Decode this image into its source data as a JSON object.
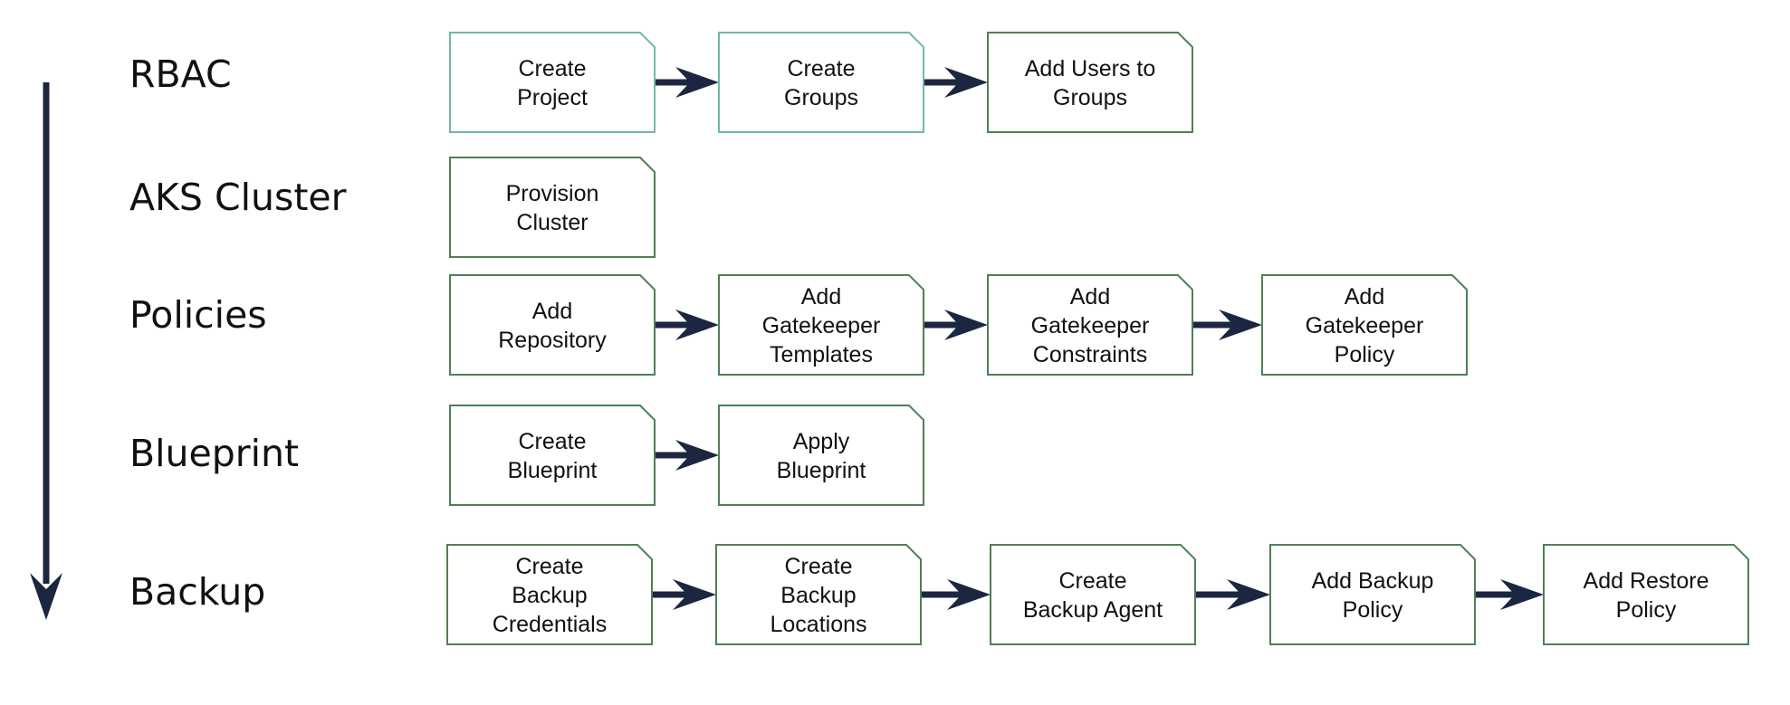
{
  "colors": {
    "box_border": "#4f7f57",
    "box_border_light": "#73b8a3",
    "arrow": "#1b2740",
    "text": "#111111"
  },
  "stages": [
    {
      "label": "RBAC",
      "steps": [
        {
          "lines": [
            "Create",
            "Project"
          ],
          "border": "box_border_light"
        },
        {
          "lines": [
            "Create",
            "Groups"
          ],
          "border": "box_border_light"
        },
        {
          "lines": [
            "Add Users to",
            "Groups"
          ],
          "border": "box_border"
        }
      ]
    },
    {
      "label": "AKS Cluster",
      "steps": [
        {
          "lines": [
            "Provision",
            "Cluster"
          ],
          "border": "box_border"
        }
      ]
    },
    {
      "label": "Policies",
      "steps": [
        {
          "lines": [
            "Add",
            "Repository"
          ],
          "border": "box_border"
        },
        {
          "lines": [
            "Add",
            "Gatekeeper",
            "Templates"
          ],
          "border": "box_border"
        },
        {
          "lines": [
            "Add",
            "Gatekeeper",
            "Constraints"
          ],
          "border": "box_border"
        },
        {
          "lines": [
            "Add",
            "Gatekeeper",
            "Policy"
          ],
          "border": "box_border"
        }
      ]
    },
    {
      "label": "Blueprint",
      "steps": [
        {
          "lines": [
            "Create",
            "Blueprint"
          ],
          "border": "box_border"
        },
        {
          "lines": [
            "Apply",
            "Blueprint"
          ],
          "border": "box_border"
        }
      ]
    },
    {
      "label": "Backup",
      "steps": [
        {
          "lines": [
            "Create",
            "Backup",
            "Credentials"
          ],
          "border": "box_border"
        },
        {
          "lines": [
            "Create",
            "Backup",
            "Locations"
          ],
          "border": "box_border"
        },
        {
          "lines": [
            "Create",
            "Backup Agent"
          ],
          "border": "box_border"
        },
        {
          "lines": [
            "Add Backup",
            "Policy"
          ],
          "border": "box_border"
        },
        {
          "lines": [
            "Add Restore",
            "Policy"
          ],
          "border": "box_border"
        }
      ]
    }
  ]
}
